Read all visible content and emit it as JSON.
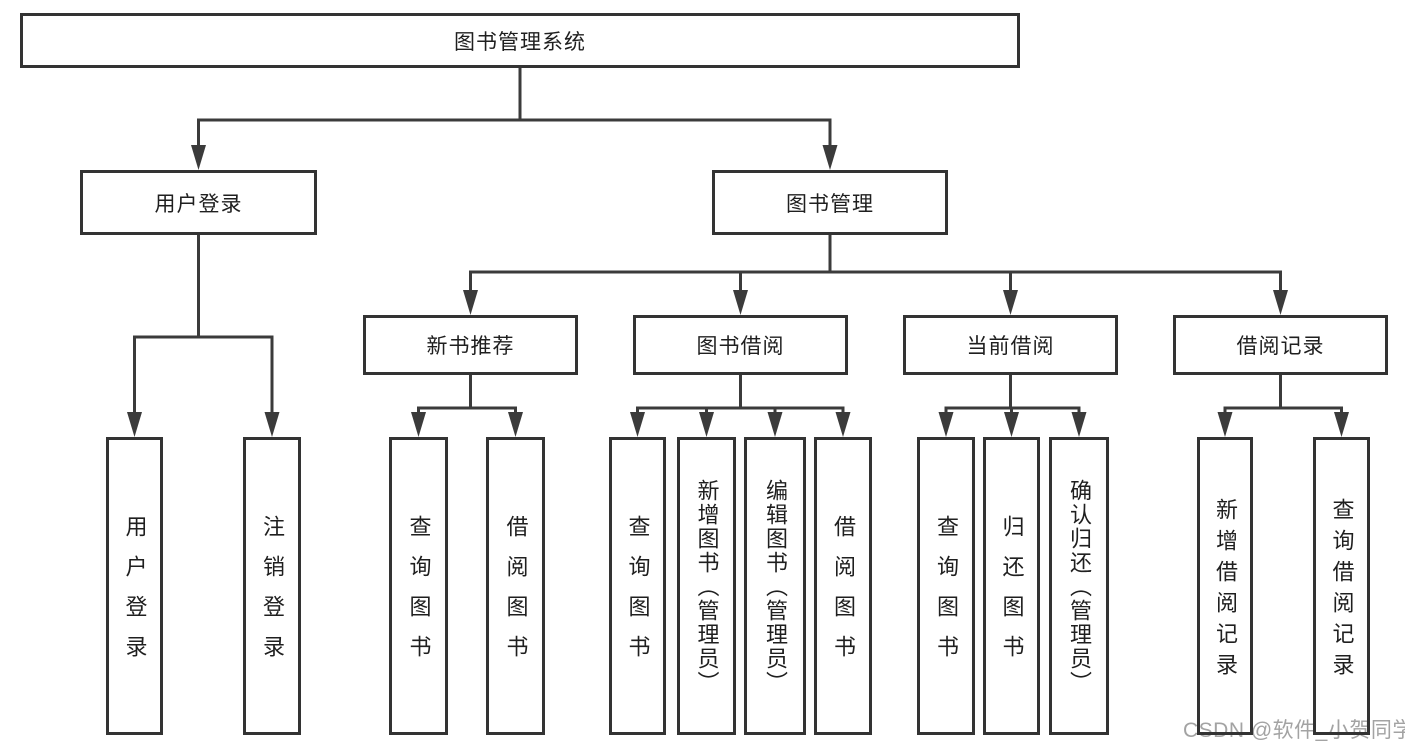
{
  "diagram": {
    "root": {
      "label": "图书管理系统"
    },
    "branches": [
      {
        "label": "用户登录",
        "children": [
          {
            "label": "用户登录"
          },
          {
            "label": "注销登录"
          }
        ]
      },
      {
        "label": "图书管理",
        "children": [
          {
            "label": "新书推荐",
            "children": [
              {
                "label": "查询图书"
              },
              {
                "label": "借阅图书"
              }
            ]
          },
          {
            "label": "图书借阅",
            "children": [
              {
                "label": "查询图书"
              },
              {
                "label": "新增图书（管理员）"
              },
              {
                "label": "编辑图书（管理员）"
              },
              {
                "label": "借阅图书"
              }
            ]
          },
          {
            "label": "当前借阅",
            "children": [
              {
                "label": "查询图书"
              },
              {
                "label": "归还图书"
              },
              {
                "label": "确认归还（管理员）"
              }
            ]
          },
          {
            "label": "借阅记录",
            "children": [
              {
                "label": "新增借阅记录"
              },
              {
                "label": "查询借阅记录"
              }
            ]
          }
        ]
      }
    ]
  },
  "watermark": {
    "text": "CSDN @软件_小贺同学"
  },
  "colors": {
    "background": "#ffffff",
    "line": "#3b3b3b",
    "box_border": "#333333",
    "text": "#1f1f1f",
    "watermark": "#a3a3a3"
  }
}
